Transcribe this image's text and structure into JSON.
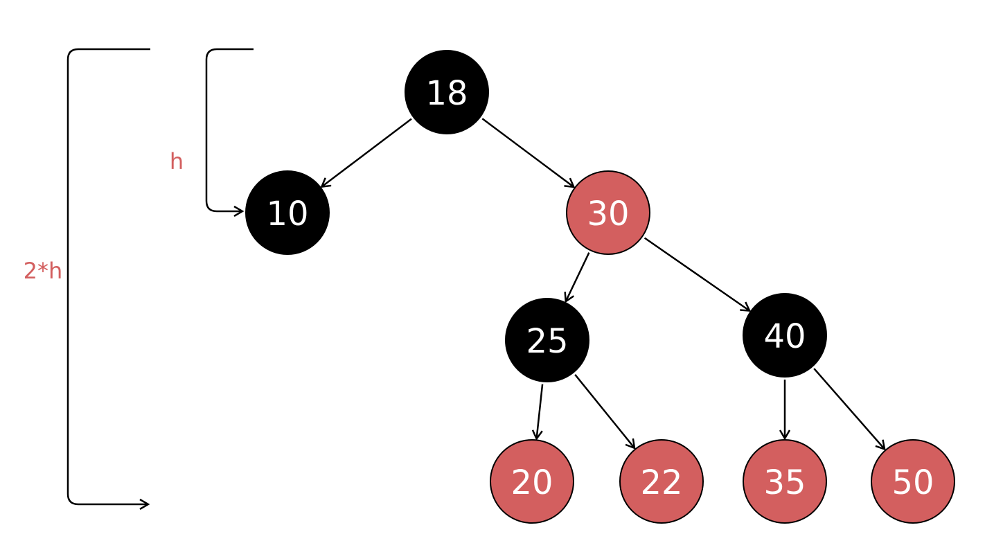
{
  "colors": {
    "black_node": "#000000",
    "red_node": "#d35f5f",
    "node_stroke": "#000000",
    "node_text": "#ffffff",
    "annotation_text": "#d35f5f"
  },
  "tree": {
    "nodes": [
      {
        "id": "n18",
        "label": "18",
        "color": "black"
      },
      {
        "id": "n10",
        "label": "10",
        "color": "black"
      },
      {
        "id": "n30",
        "label": "30",
        "color": "red"
      },
      {
        "id": "n25",
        "label": "25",
        "color": "black"
      },
      {
        "id": "n40",
        "label": "40",
        "color": "black"
      },
      {
        "id": "n20",
        "label": "20",
        "color": "red"
      },
      {
        "id": "n22",
        "label": "22",
        "color": "red"
      },
      {
        "id": "n35",
        "label": "35",
        "color": "red"
      },
      {
        "id": "n50",
        "label": "50",
        "color": "red"
      }
    ],
    "edges": [
      {
        "from": "n18",
        "to": "n10"
      },
      {
        "from": "n18",
        "to": "n30"
      },
      {
        "from": "n30",
        "to": "n25"
      },
      {
        "from": "n30",
        "to": "n40"
      },
      {
        "from": "n25",
        "to": "n20"
      },
      {
        "from": "n25",
        "to": "n22"
      },
      {
        "from": "n40",
        "to": "n35"
      },
      {
        "from": "n40",
        "to": "n50"
      }
    ]
  },
  "annotations": {
    "short_height": "h",
    "long_height": "2*h"
  }
}
